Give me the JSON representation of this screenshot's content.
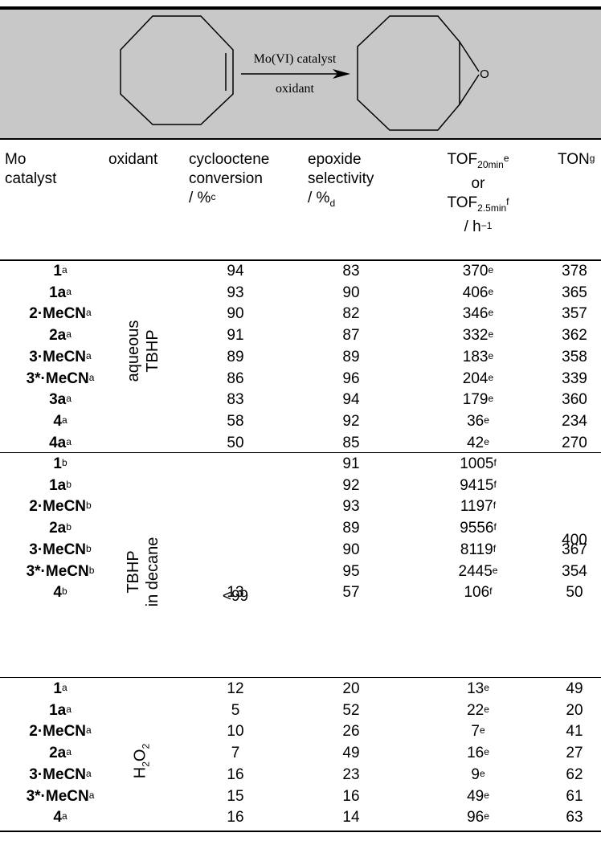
{
  "scheme": {
    "arrow_top_label": "Mo(VI) catalyst",
    "arrow_bottom_label": "oxidant",
    "epoxide_atom": "O"
  },
  "headers": {
    "catalyst": [
      "Mo",
      "catalyst"
    ],
    "oxidant": "oxidant",
    "conversion": [
      "cyclooctene",
      "conversion",
      "/ %"
    ],
    "conversion_sup": "c",
    "selectivity": [
      "epoxide",
      "selectivity",
      "/ %"
    ],
    "selectivity_sub": "d",
    "tof_1": "TOF",
    "tof_1_sub": "20min",
    "tof_1_sup": "e",
    "tof_or": "or",
    "tof_2": "TOF",
    "tof_2_sub": "2.5min",
    "tof_2_sup": "f",
    "tof_unit": "/ h",
    "tof_unit_sup": "−1",
    "ton": "TON",
    "ton_sup": "g"
  },
  "groups": [
    {
      "oxidant_lines": [
        "aqueous",
        "TBHP"
      ],
      "rows": [
        {
          "cat": "1",
          "sup": "a",
          "conv": "94",
          "sel": "83",
          "tof": "370",
          "tof_sup": "e",
          "ton": "378"
        },
        {
          "cat": "1a",
          "sup": "a",
          "conv": "93",
          "sel": "90",
          "tof": "406",
          "tof_sup": "e",
          "ton": "365"
        },
        {
          "cat": "2·MeCN",
          "sup": "a",
          "conv": "90",
          "sel": "82",
          "tof": "346",
          "tof_sup": "e",
          "ton": "357"
        },
        {
          "cat": "2a",
          "sup": "a",
          "conv": "91",
          "sel": "87",
          "tof": "332",
          "tof_sup": "e",
          "ton": "362"
        },
        {
          "cat": "3·MeCN",
          "sup": "a",
          "conv": "89",
          "sel": "89",
          "tof": "183",
          "tof_sup": "e",
          "ton": "358"
        },
        {
          "cat": "3*·MeCN",
          "sup": "a",
          "conv": "86",
          "sel": "96",
          "tof": "204",
          "tof_sup": "e",
          "ton": "339"
        },
        {
          "cat": "3a",
          "sup": "a",
          "conv": "83",
          "sel": "94",
          "tof": "179",
          "tof_sup": "e",
          "ton": "360"
        },
        {
          "cat": "4",
          "sup": "a",
          "conv": "58",
          "sel": "92",
          "tof": "36",
          "tof_sup": "e",
          "ton": "234"
        },
        {
          "cat": "4a",
          "sup": "a",
          "conv": "50",
          "sel": "85",
          "tof": "42",
          "tof_sup": "e",
          "ton": "270"
        }
      ]
    },
    {
      "oxidant_lines": [
        "TBHP",
        "in decane"
      ],
      "merged_conversion": "<99",
      "merged_ton": "400",
      "rows": [
        {
          "cat": "1",
          "sup": "b",
          "conv": "",
          "sel": "91",
          "tof": "1005",
          "tof_sup": "f",
          "ton": ""
        },
        {
          "cat": "1a",
          "sup": "b",
          "conv": "",
          "sel": "92",
          "tof": "9415",
          "tof_sup": "f",
          "ton": ""
        },
        {
          "cat": "2·MeCN",
          "sup": "b",
          "conv": "",
          "sel": "93",
          "tof": "1197",
          "tof_sup": "f",
          "ton": ""
        },
        {
          "cat": "2a",
          "sup": "b",
          "conv": "",
          "sel": "89",
          "tof": "9556",
          "tof_sup": "f",
          "ton": ""
        },
        {
          "cat": "3·MeCN",
          "sup": "b",
          "conv": "",
          "sel": "90",
          "tof": "8119",
          "tof_sup": "f",
          "ton": "367"
        },
        {
          "cat": "3*·MeCN",
          "sup": "b",
          "conv": "",
          "sel": "95",
          "tof": "2445",
          "tof_sup": "e",
          "ton": "354"
        },
        {
          "cat": "4",
          "sup": "b",
          "conv": "13",
          "sel": "57",
          "tof": "106",
          "tof_sup": "f",
          "ton": "50"
        }
      ]
    },
    {
      "oxidant_main": "H",
      "oxidant_sub1": "2",
      "oxidant_mid": "O",
      "oxidant_sub2": "2",
      "rows": [
        {
          "cat": "1",
          "sup": "a",
          "conv": "12",
          "sel": "20",
          "tof": "13",
          "tof_sup": "e",
          "ton": "49"
        },
        {
          "cat": "1a",
          "sup": "a",
          "conv": "5",
          "sel": "52",
          "tof": "22",
          "tof_sup": "e",
          "ton": "20"
        },
        {
          "cat": "2·MeCN",
          "sup": "a",
          "conv": "10",
          "sel": "26",
          "tof": "7",
          "tof_sup": "e",
          "ton": "41"
        },
        {
          "cat": "2a",
          "sup": "a",
          "conv": "7",
          "sel": "49",
          "tof": "16",
          "tof_sup": "e",
          "ton": "27"
        },
        {
          "cat": "3·MeCN",
          "sup": "a",
          "conv": "16",
          "sel": "23",
          "tof": "9",
          "tof_sup": "e",
          "ton": "62"
        },
        {
          "cat": "3*·MeCN",
          "sup": "a",
          "conv": "15",
          "sel": "16",
          "tof": "49",
          "tof_sup": "e",
          "ton": "61"
        },
        {
          "cat": "4",
          "sup": "a",
          "conv": "16",
          "sel": "14",
          "tof": "96",
          "tof_sup": "e",
          "ton": "63"
        }
      ]
    }
  ]
}
